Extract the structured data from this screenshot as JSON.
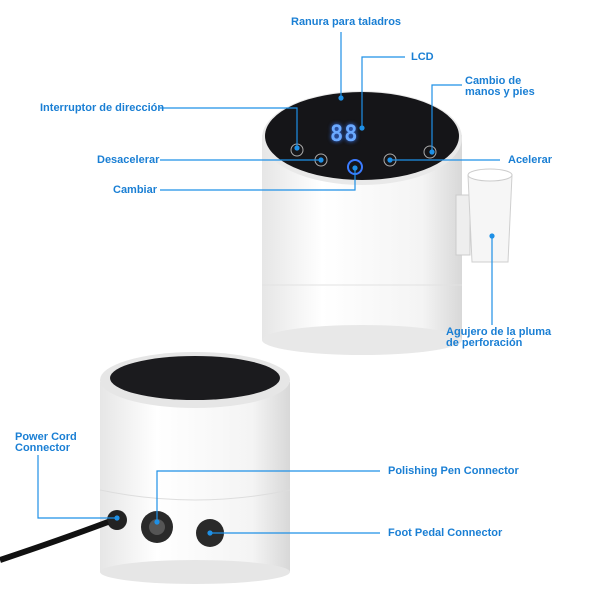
{
  "labels": {
    "drill_slot": "Ranura para taladros",
    "lcd": "LCD",
    "hand_foot_switch": "Cambio de\nmanos y pies",
    "direction_switch": "Interruptor de dirección",
    "decelerate": "Desacelerar",
    "accelerate": "Acelerar",
    "switch": "Cambiar",
    "pen_holder": "Agujero de la pluma\nde perforación",
    "power_cord": "Power Cord\nConnector",
    "polishing_pen": "Polishing Pen Connector",
    "foot_pedal": "Foot Pedal Connector"
  },
  "lcd_digits": "88",
  "colors": {
    "accent": "#1a7fd4",
    "line": "#1e90e6",
    "panel": "#151518",
    "led": "#3b7bff"
  }
}
